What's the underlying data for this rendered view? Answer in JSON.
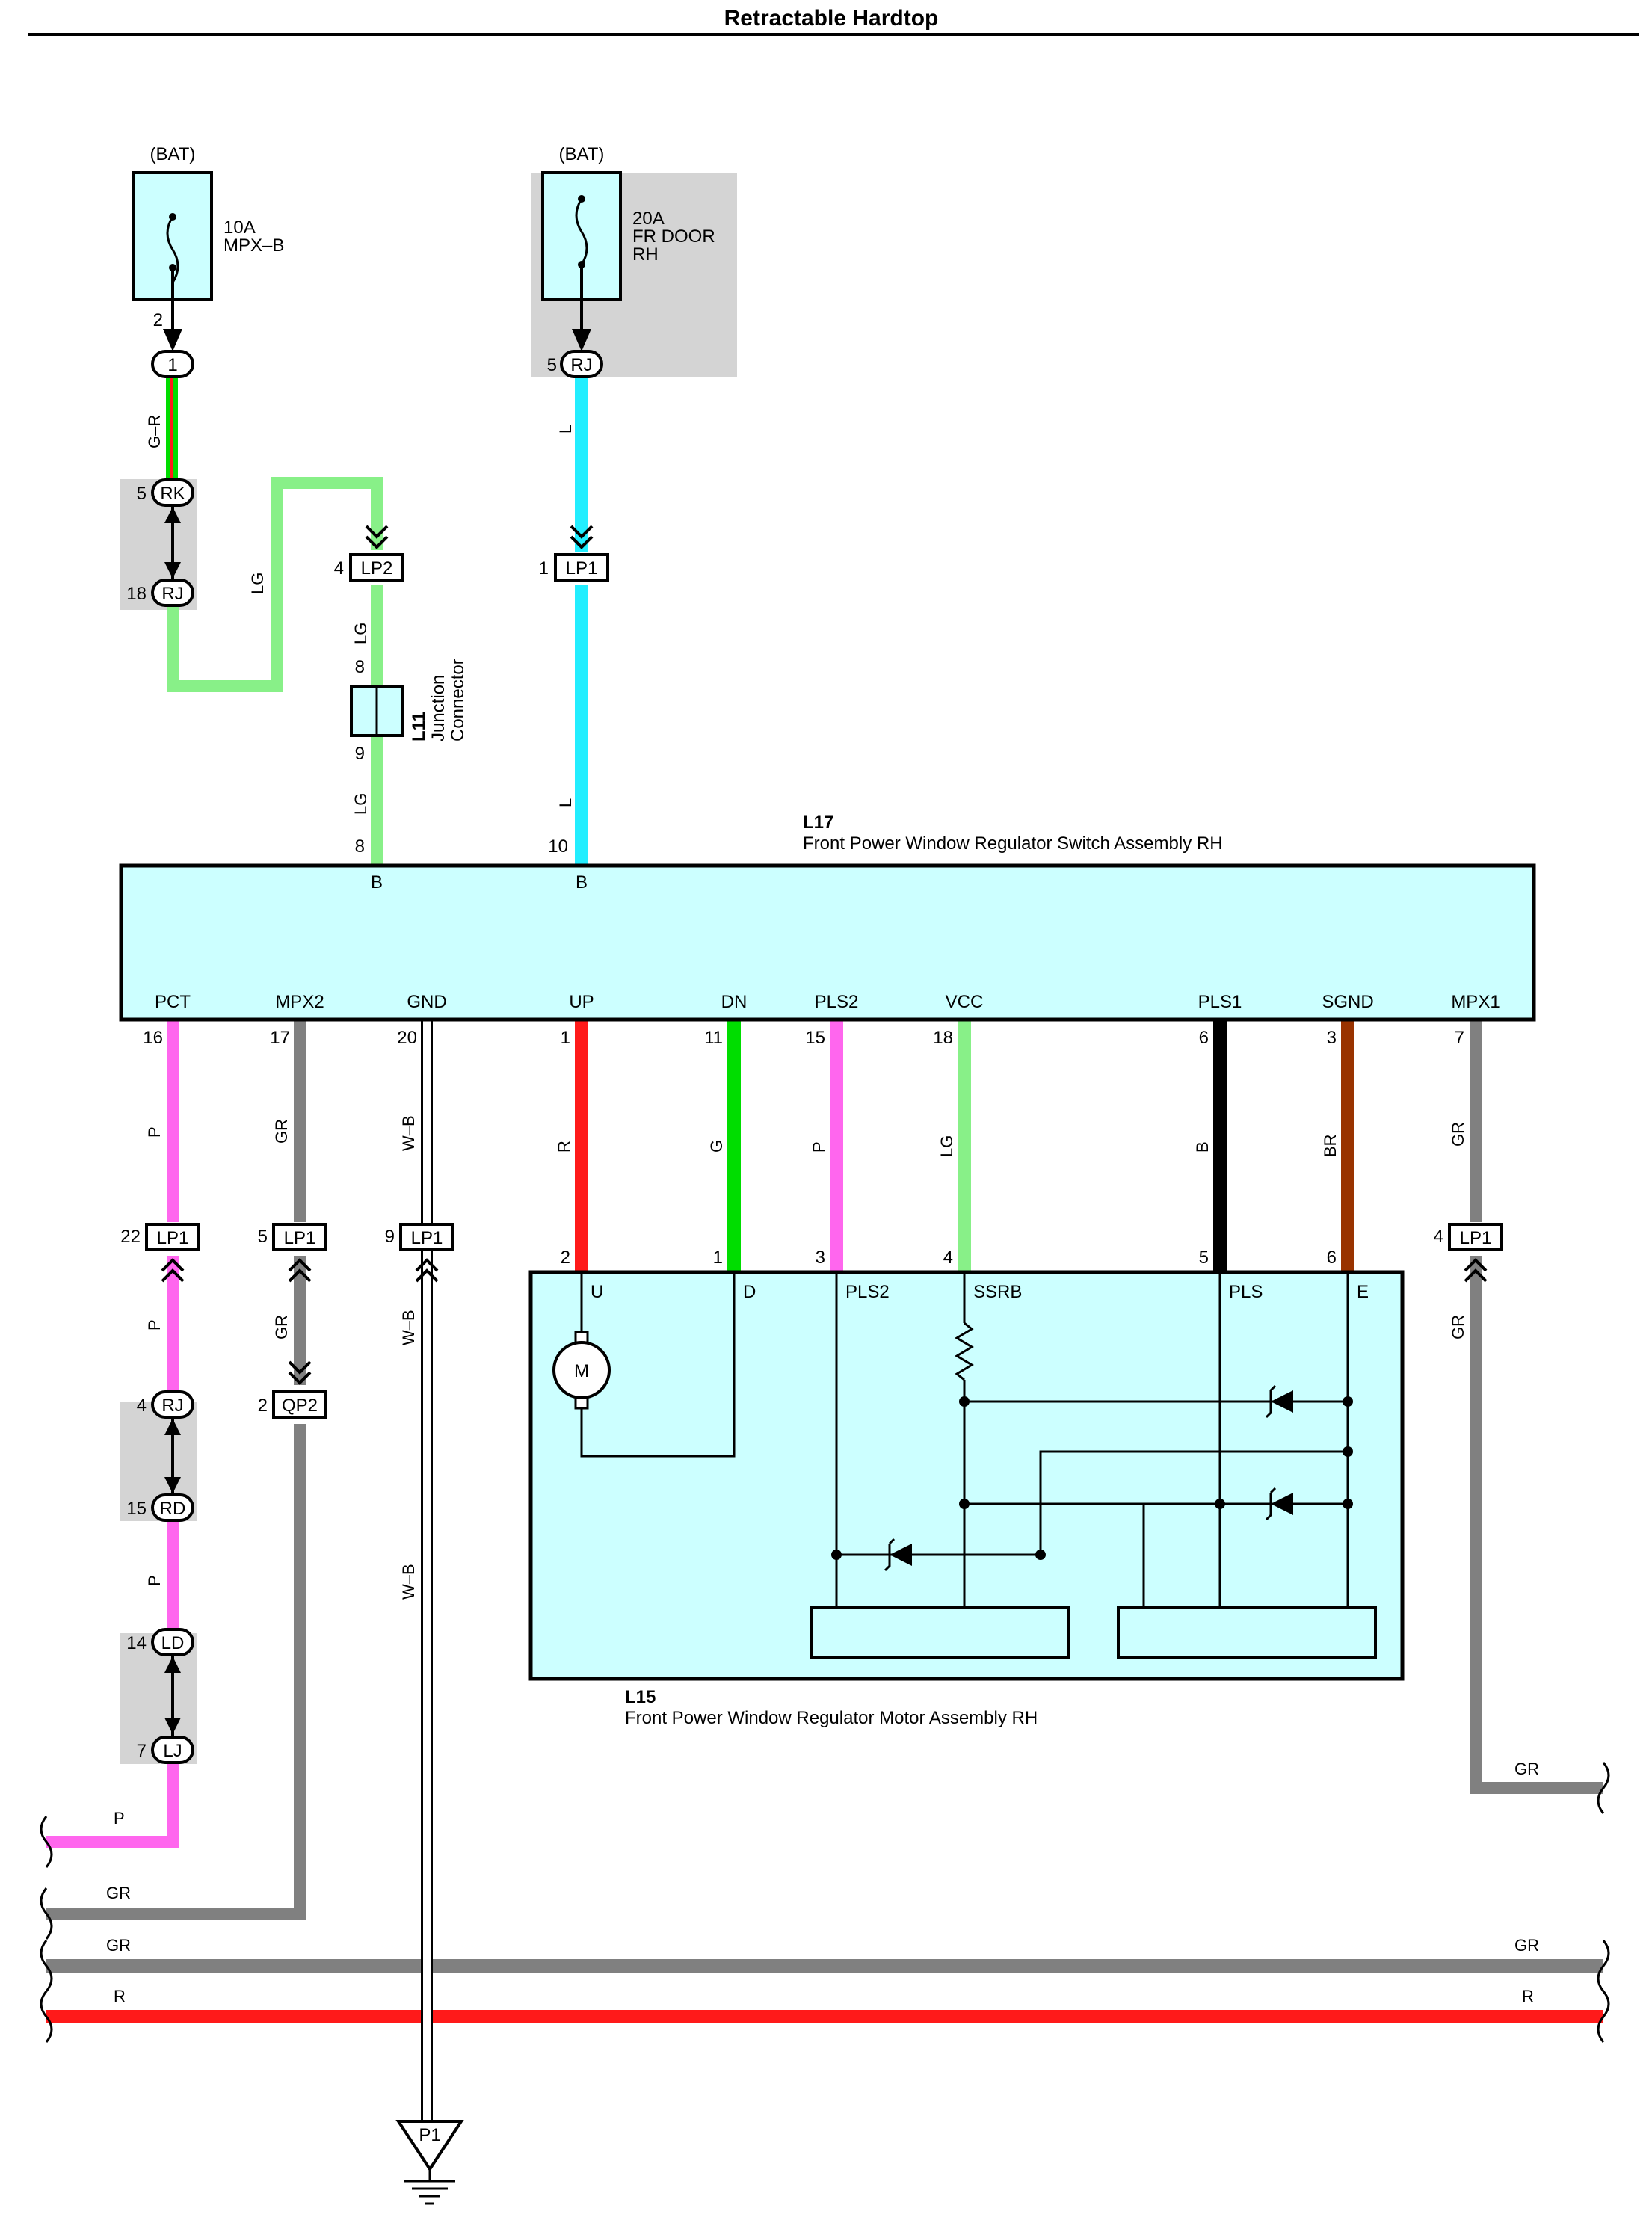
{
  "page": {
    "title": "Retractable Hardtop"
  },
  "colors": {
    "component_fill": "#ccffff",
    "splice_shade": "#d4d4d4",
    "wire_P": "#ff66ee",
    "wire_GR": "#808080",
    "wire_R": "#ff1a1a",
    "wire_G": "#00dd00",
    "wire_LG": "#88f088",
    "wire_L": "#22eeff",
    "wire_B": "#000000",
    "wire_BR": "#993300",
    "wire_WB": "#ffffff"
  },
  "fuses": [
    {
      "source": "(BAT)",
      "rating": "10A",
      "name_line1": "MPX–B",
      "name_line2": "",
      "pin": "2"
    },
    {
      "source": "(BAT)",
      "rating": "20A",
      "name_line1": "FR DOOR",
      "name_line2": "RH",
      "pin": ""
    }
  ],
  "connectors": {
    "c_1": "1",
    "rk": "RK",
    "rk_pin": "5",
    "rj18": "RJ",
    "rj18_pin": "18",
    "rj5": "RJ",
    "rj5_pin": "5",
    "lp2": "LP2",
    "lp2_pin": "4",
    "lp1_l": "LP1",
    "lp1_l_pin": "1",
    "lp1_p": "LP1",
    "lp1_p_pin": "22",
    "lp1_gr": "LP1",
    "lp1_gr_pin": "5",
    "lp1_wb": "LP1",
    "lp1_wb_pin": "9",
    "lp1_mpx1": "LP1",
    "lp1_mpx1_pin": "4",
    "qp2": "QP2",
    "qp2_pin": "2",
    "rj4": "RJ",
    "rj4_pin": "4",
    "rd": "RD",
    "rd_pin": "15",
    "ld": "LD",
    "ld_pin": "14",
    "lj": "LJ",
    "lj_pin": "7",
    "p1": "P1"
  },
  "wire_labels": {
    "g_r": "G–R",
    "lg": "LG",
    "l": "L",
    "p": "P",
    "gr": "GR",
    "wb": "W–B",
    "r": "R",
    "g": "G",
    "b": "B",
    "br": "BR"
  },
  "junction": {
    "id": "L11",
    "name_line1": "Junction",
    "name_line2": "Connector",
    "pin_top": "8",
    "pin_bottom": "9"
  },
  "switch_assembly": {
    "id": "L17",
    "name": "Front Power Window Regulator Switch Assembly RH",
    "top_pins": [
      {
        "num": "8",
        "label": "B"
      },
      {
        "num": "10",
        "label": "B"
      }
    ],
    "bottom_pins": [
      {
        "label": "PCT",
        "num": "16"
      },
      {
        "label": "MPX2",
        "num": "17"
      },
      {
        "label": "GND",
        "num": "20"
      },
      {
        "label": "UP",
        "num": "1"
      },
      {
        "label": "DN",
        "num": "11"
      },
      {
        "label": "PLS2",
        "num": "15"
      },
      {
        "label": "VCC",
        "num": "18"
      },
      {
        "label": "PLS1",
        "num": "6"
      },
      {
        "label": "SGND",
        "num": "3"
      },
      {
        "label": "MPX1",
        "num": "7"
      }
    ]
  },
  "motor_assembly": {
    "id": "L15",
    "name": "Front Power Window Regulator Motor Assembly RH",
    "motor_symbol": "M",
    "pins": [
      {
        "num": "2",
        "label": "U"
      },
      {
        "num": "1",
        "label": "D"
      },
      {
        "num": "3",
        "label": "PLS2"
      },
      {
        "num": "4",
        "label": "SSRB"
      },
      {
        "num": "5",
        "label": "PLS"
      },
      {
        "num": "6",
        "label": "E"
      }
    ]
  }
}
